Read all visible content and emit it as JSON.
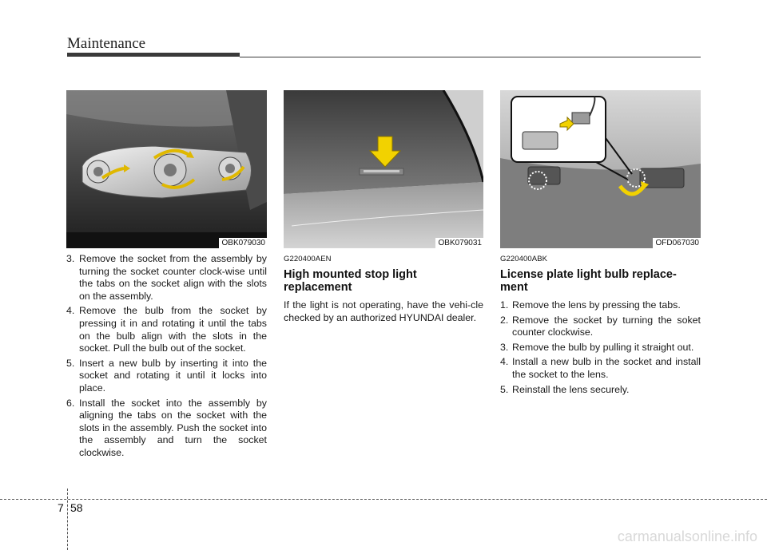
{
  "header": {
    "title": "Maintenance"
  },
  "columns": [
    {
      "figure_code": "OBK079030",
      "steps": [
        {
          "num": "3.",
          "text": "Remove the socket from the assembly by turning the socket counter clock-wise until the tabs on the socket align with the slots on the assembly."
        },
        {
          "num": "4.",
          "text": "Remove the bulb from the socket by pressing it in and rotating it until the tabs on the bulb align with the slots in the socket. Pull the bulb out of the socket."
        },
        {
          "num": "5.",
          "text": "Insert a new bulb by inserting it into the socket and rotating it until it locks into place."
        },
        {
          "num": "6.",
          "text": "Install the socket into the assembly by aligning the tabs on the socket with the slots in the assembly. Push the socket into the assembly and turn the socket clockwise."
        }
      ]
    },
    {
      "figure_code": "OBK079031",
      "section_code": "G220400AEN",
      "heading": "High mounted stop light replacement",
      "paragraph": "If the light is not operating, have the vehi-cle checked by an authorized HYUNDAI dealer."
    },
    {
      "figure_code": "OFD067030",
      "section_code": "G220400ABK",
      "heading": "License plate light bulb replace-ment",
      "steps": [
        {
          "num": "1.",
          "text": "Remove the lens by pressing the tabs."
        },
        {
          "num": "2.",
          "text": "Remove the socket by turning the soket counter clockwise."
        },
        {
          "num": "3.",
          "text": "Remove the bulb by pulling it straight out."
        },
        {
          "num": "4.",
          "text": "Install a new bulb in the socket and install the socket to the lens."
        },
        {
          "num": "5.",
          "text": "Reinstall the lens securely."
        }
      ]
    }
  ],
  "footer": {
    "chapter": "7",
    "page": "58"
  },
  "watermark": "carmanualsonline.info"
}
